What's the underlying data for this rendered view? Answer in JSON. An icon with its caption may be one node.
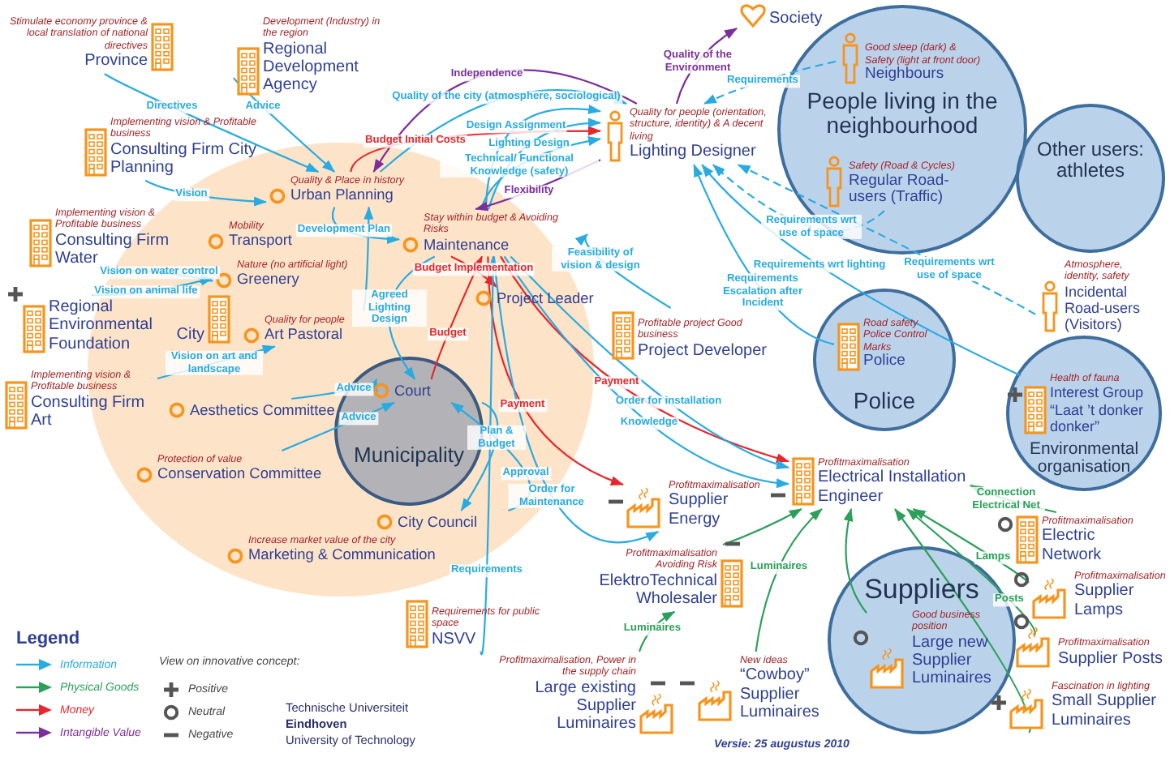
{
  "diagram": {
    "nodes": [
      {
        "text": [
          "Province"
        ],
        "beside": [
          "Stimulate economy province & local translation of national directives"
        ]
      },
      {
        "text": [
          "Regional Development Agency"
        ],
        "beside": [
          "Development (Industry) in the region"
        ]
      },
      {
        "text": [
          "Consulting Firm City Planning"
        ],
        "beside": [
          "Implementing vision & Profitable business"
        ]
      },
      {
        "text": [
          "Consulting Firm Water"
        ],
        "beside": [
          "Implementing vision & Profitable business"
        ]
      },
      {
        "text": [
          "Regional Environmental Foundation"
        ]
      },
      {
        "text": [
          "City"
        ],
        "in": 7
      },
      {
        "text": [
          "Consulting Firm Art"
        ],
        "beside": [
          "Implementing vision & Profitable business"
        ]
      },
      {
        "text": [],
        "shape": "circle"
      },
      {
        "text": [
          "Urban Planning"
        ],
        "in": 7,
        "beside": [
          "Quality & Place in history"
        ]
      },
      {
        "text": [
          "Transport"
        ],
        "in": 7,
        "beside": [
          "Mobility"
        ]
      },
      {
        "text": [
          "Greenery"
        ],
        "in": 7,
        "beside": [
          "Nature (no artificial light)"
        ]
      },
      {
        "text": [
          "Art Pastoral"
        ],
        "in": 7,
        "beside": [
          "Quality for people"
        ]
      },
      {
        "text": [
          "Maintenance"
        ],
        "in": 7,
        "beside": [
          "Stay within budget & Avoiding Risks"
        ]
      },
      {
        "text": [
          "Project Leader"
        ],
        "in": 7
      },
      {
        "text": [
          "Municipality"
        ],
        "in": 7
      },
      {
        "text": [
          "Court"
        ],
        "in": 14
      },
      {
        "text": [
          "Aesthetics Committee"
        ],
        "in": 7
      },
      {
        "text": [
          "Conservation Committee"
        ],
        "in": 7,
        "beside": [
          "Protection of value"
        ]
      },
      {
        "text": [
          "City Council"
        ],
        "in": 7
      },
      {
        "text": [
          "Marketing & Communication"
        ],
        "in": 7,
        "beside": [
          "Increase market value of the city"
        ]
      },
      {
        "text": [
          "Lighting Designer"
        ],
        "beside": [
          "Quality for people (orientation, structure, identity) & A decent living"
        ]
      },
      {
        "text": [
          "Society"
        ]
      },
      {
        "text": [
          "Project Developer"
        ],
        "beside": [
          "Profitable project Good business"
        ]
      },
      {
        "text": [
          "People living in the neighbourhood"
        ]
      },
      {
        "text": [
          "Neighbours"
        ],
        "in": 23,
        "beside": [
          "Good sleep (dark) & Safety (light at front door)"
        ]
      },
      {
        "text": [
          "Regular Road-users (Traffic)"
        ],
        "in": 23,
        "beside": [
          "Safety (Road & Cycles)"
        ]
      },
      {
        "text": [
          "Other users: athletes"
        ]
      },
      {
        "text": [
          "Incidental Road-users (Visitors)"
        ],
        "beside": [
          "Atmosphere, identity, safety"
        ]
      },
      {
        "text": [
          "Environmental organisation"
        ]
      },
      {
        "text": [
          "Interest Group “Laat ’t donker donker”"
        ],
        "in": 28,
        "beside": [
          "Health of fauna"
        ]
      },
      {
        "text": [
          "Police"
        ]
      },
      {
        "text": [
          "Police"
        ],
        "in": 30,
        "beside": [
          "Road safety Police Control Marks"
        ]
      },
      {
        "text": [
          "Profitmaximalisation",
          "Electrical Installation Engineer"
        ]
      },
      {
        "text": [
          "Electric Network"
        ],
        "beside": [
          "Profitmaximalisation"
        ]
      },
      {
        "text": [
          "Profitmaximalisation",
          "Supplier Lamps"
        ]
      },
      {
        "text": [
          "Supplier Posts"
        ],
        "beside": [
          "Profitmaximalisation"
        ]
      },
      {
        "text": [
          "Suppliers"
        ]
      },
      {
        "text": [
          "Small Supplier Luminaires"
        ],
        "beside": [
          "Fascination in lighting"
        ]
      },
      {
        "text": [
          "Large new Supplier Luminaires"
        ],
        "in": 36,
        "beside": [
          "Good business position"
        ]
      },
      {
        "text": [
          "“Cowboy” Supplier Luminaires"
        ],
        "beside": [
          "New ideas"
        ]
      },
      {
        "text": [
          "Large existing Supplier Luminaires"
        ],
        "beside": [
          "Profitmaximalisation, Power in the supply chain"
        ]
      },
      {
        "text": [
          "ElektroTechnical Wholesaler"
        ],
        "beside": [
          "Profitmaximalisation Avoiding Risk"
        ]
      },
      {
        "text": [
          "Supplier Energy"
        ],
        "beside": [
          "Profitmaximalisation"
        ]
      },
      {
        "text": [
          "NSVV"
        ],
        "beside": [
          "Requirements for public space"
        ]
      }
    ],
    "edges": [
      {
        "from": 0,
        "to": 8,
        "arrow": "to",
        "label": "Directives"
      },
      {
        "from": 1,
        "to": 8,
        "arrow": "to",
        "label": "Advice"
      },
      {
        "from": 2,
        "to": 8,
        "arrow": "to",
        "label": "Vision"
      },
      {
        "from": 3,
        "to": 10,
        "arrow": "to",
        "label": "Vision on water control"
      },
      {
        "from": 4,
        "to": 10,
        "arrow": "to",
        "label": "Vision on animal life"
      },
      {
        "from": 6,
        "to": 11,
        "arrow": "to",
        "label": "Vision on art and landscape"
      },
      {
        "from": 11,
        "to": 8,
        "arrow": "to"
      },
      {
        "from": 8,
        "to": 12,
        "arrow": "to",
        "label": "Development Plan"
      },
      {
        "from": 20,
        "to": 8,
        "arrow": "to",
        "label": "Independence",
        "color": "#7b2f9b"
      },
      {
        "from": 8,
        "to": 20,
        "arrow": "to",
        "label": "Quality of the city (atmosphere, sociological)"
      },
      {
        "from": 8,
        "to": 20,
        "arrow": "to",
        "label": "Budget Initial Costs",
        "color": "#e8262b"
      },
      {
        "from": 12,
        "to": 20,
        "arrow": "to",
        "label": "Design Assignment"
      },
      {
        "from": 12,
        "to": 20,
        "arrow": "to",
        "label": "Lighting Design"
      },
      {
        "from": 12,
        "to": 20,
        "arrow": "to",
        "label": "Technical/ Functional Knowledge (safety)"
      },
      {
        "from": 20,
        "to": 12,
        "arrow": "to",
        "label": "Flexibility",
        "color": "#7b2f9b"
      },
      {
        "from": 20,
        "to": 21,
        "arrow": "to",
        "label": "Quality of the Environment",
        "color": "#7b2f9b"
      },
      {
        "from": 12,
        "to": 13,
        "arrow": "to",
        "label": "Budget Implementation",
        "color": "#e8262b"
      },
      {
        "from": 22,
        "to": 12,
        "arrow": "to",
        "label": "Feasibility of vision & design"
      },
      {
        "from": 12,
        "to": 15,
        "arrow": "to",
        "label": "Agreed Lighting Design"
      },
      {
        "from": 15,
        "to": 12,
        "arrow": "to",
        "label": "Budget",
        "color": "#e8262b"
      },
      {
        "from": 16,
        "to": 15,
        "arrow": "to",
        "label": "Advice"
      },
      {
        "from": 17,
        "to": 15,
        "arrow": "to",
        "label": "Advice"
      },
      {
        "from": 15,
        "to": 18,
        "arrow": "to",
        "label": "Plan & Budget"
      },
      {
        "from": 18,
        "to": 15,
        "arrow": "to",
        "label": "Approval"
      },
      {
        "from": 12,
        "to": 32,
        "arrow": "to",
        "label": "Payment",
        "color": "#e8262b"
      },
      {
        "from": 12,
        "to": 32,
        "arrow": "to",
        "label": "Order for installation"
      },
      {
        "from": 12,
        "to": 32,
        "arrow": "to",
        "label": "Knowledge"
      },
      {
        "from": 12,
        "to": 42,
        "arrow": "to",
        "label": "Payment",
        "color": "#e8262b"
      },
      {
        "from": 12,
        "to": 42,
        "arrow": "to",
        "label": "Order for Maintenance"
      },
      {
        "from": 43,
        "to": 12,
        "arrow": "to",
        "label": "Requirements"
      },
      {
        "from": 24,
        "to": 20,
        "arrow": "to",
        "label": "Requirements",
        "style": "dashed"
      },
      {
        "from": 25,
        "to": 20,
        "arrow": "to",
        "label": "Requirements wrt use of space",
        "style": "dashed"
      },
      {
        "from": 27,
        "to": 20,
        "arrow": "to",
        "label": "Requirements wrt use of space",
        "style": "dashed"
      },
      {
        "from": 29,
        "to": 20,
        "arrow": "to",
        "label": "Requirements wrt lighting"
      },
      {
        "from": 31,
        "to": 20,
        "arrow": "to",
        "label": "Requirements Escalation after Incident"
      },
      {
        "from": 33,
        "to": 32,
        "arrow": "to",
        "label": "Connection Electrical Net",
        "color": "#2ca05a"
      },
      {
        "from": 34,
        "to": 32,
        "arrow": "to",
        "label": "Lamps",
        "color": "#2ca05a"
      },
      {
        "from": 35,
        "to": 32,
        "arrow": "to",
        "label": "Posts",
        "color": "#2ca05a"
      },
      {
        "from": 38,
        "to": 32,
        "arrow": "to",
        "color": "#2ca05a"
      },
      {
        "from": 37,
        "to": 32,
        "arrow": "to",
        "color": "#2ca05a"
      },
      {
        "from": 39,
        "to": 32,
        "arrow": "to",
        "label": "Luminaires",
        "color": "#2ca05a"
      },
      {
        "from": 41,
        "to": 32,
        "arrow": "to",
        "color": "#2ca05a"
      },
      {
        "from": 40,
        "to": 41,
        "arrow": "to",
        "label": "Luminaires",
        "color": "#2ca05a"
      }
    ],
    "labels": [
      "Legend",
      "View on innovative concept:",
      "Versie: 25 augustus 2010",
      "Technische Universiteit",
      "Eindhoven",
      "University of Technology"
    ],
    "legend": [
      {
        "text": "Information"
      },
      {
        "text": "Physical Goods"
      },
      {
        "text": "Money"
      },
      {
        "text": "Intangible Value"
      },
      {
        "text": "Positive"
      },
      {
        "text": "Neutral"
      },
      {
        "text": "Negative"
      }
    ]
  }
}
